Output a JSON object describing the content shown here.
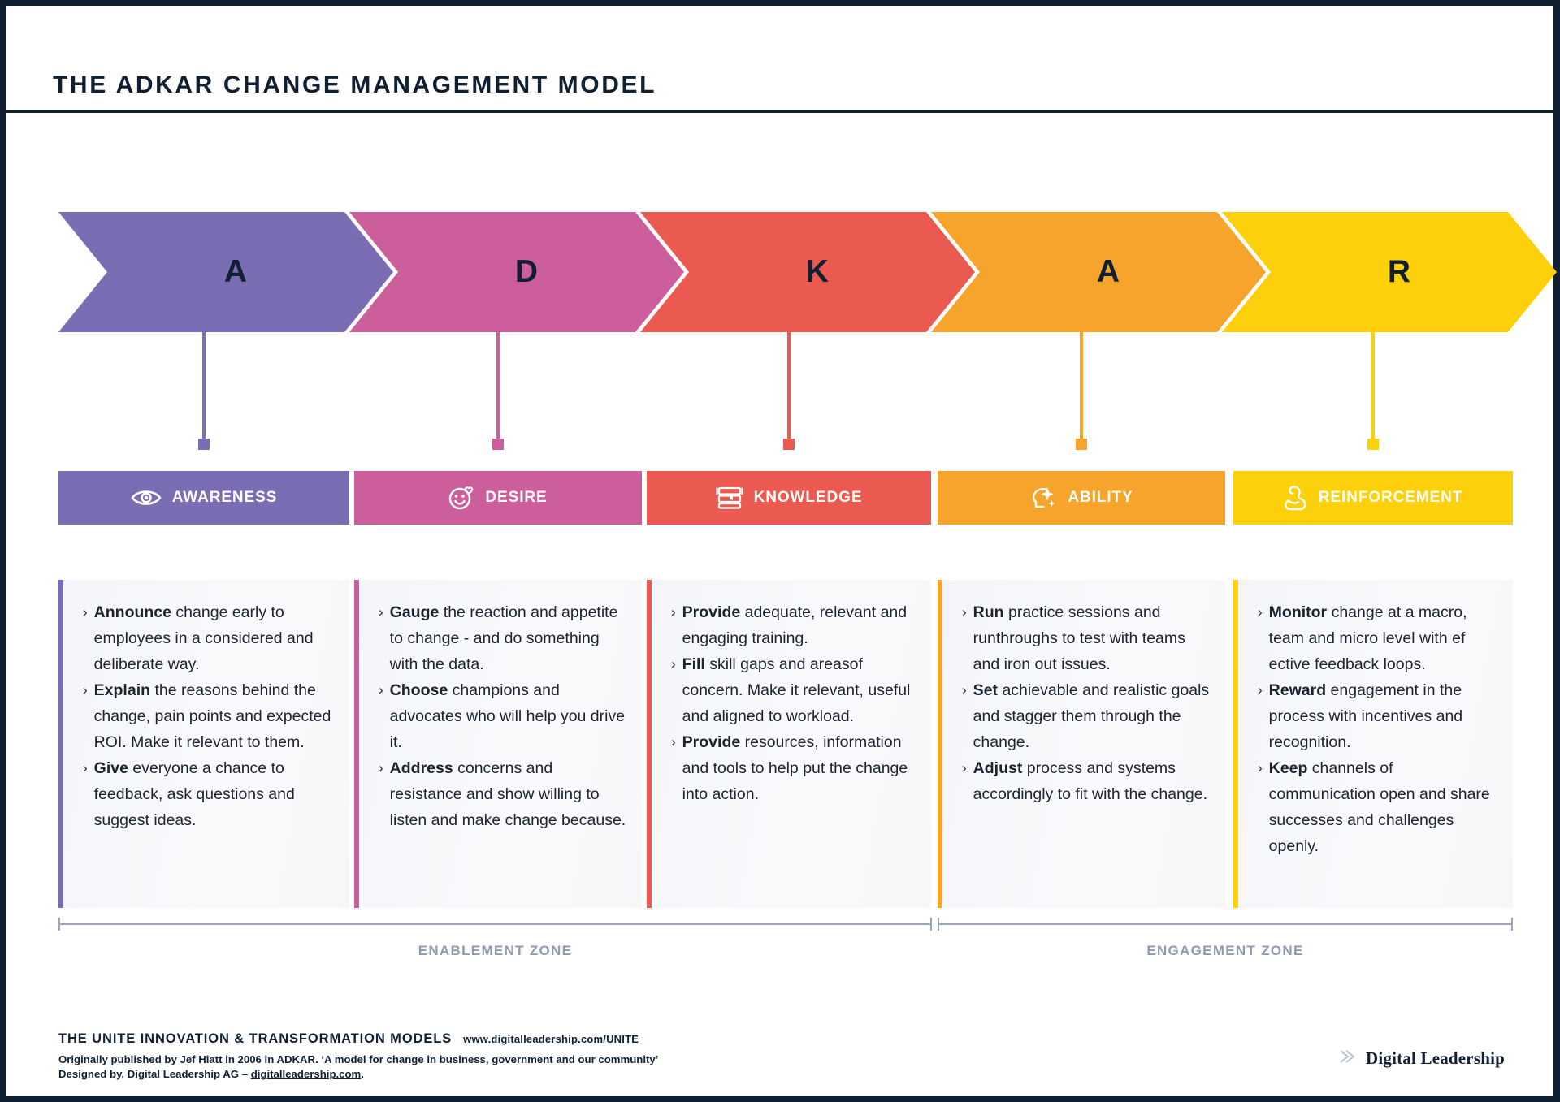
{
  "page": {
    "title": "THE ADKAR CHANGE MANAGEMENT MODEL",
    "frame_color": "#111f33"
  },
  "stages": [
    {
      "letter": "A",
      "label": "AWARENESS",
      "icon": "eye-icon",
      "color": "#7b6db4",
      "bullets": [
        {
          "lead": "Announce",
          "rest": " change early to employees in a considered and deliberate way."
        },
        {
          "lead": "Explain",
          "rest": " the reasons behind the change, pain points and expected ROI. Make it relevant to them."
        },
        {
          "lead": "Give",
          "rest": " everyone a chance to feedback, ask questions and suggest ideas."
        }
      ]
    },
    {
      "letter": "D",
      "label": "DESIRE",
      "icon": "smiley-heart-icon",
      "color": "#cc5f9b",
      "bullets": [
        {
          "lead": "Gauge",
          "rest": " the reaction and appetite to change - and do something with the data."
        },
        {
          "lead": "Choose",
          "rest": " champions and advocates who will help you drive it."
        },
        {
          "lead": "Address",
          "rest": " concerns and resistance and show willing to listen and make change because."
        }
      ]
    },
    {
      "letter": "K",
      "label": "KNOWLEDGE",
      "icon": "books-icon",
      "color": "#ea5a50",
      "bullets": [
        {
          "lead": "Provide",
          "rest": " adequate, relevant and engaging training."
        },
        {
          "lead": "Fill",
          "rest": " skill gaps and areasof concern. Make it relevant, useful and aligned to workload."
        },
        {
          "lead": "Provide",
          "rest": " resources, information and tools to help put the change into action."
        }
      ]
    },
    {
      "letter": "A",
      "label": "ABILITY",
      "icon": "head-sparkle-icon",
      "color": "#f6a42b",
      "bullets": [
        {
          "lead": "Run",
          "rest": " practice sessions and runthroughs to test with teams and iron out issues."
        },
        {
          "lead": "Set",
          "rest": " achievable and realistic goals and stagger them through the change."
        },
        {
          "lead": "Adjust",
          "rest": " process and systems accordingly to fit with the change."
        }
      ]
    },
    {
      "letter": "R",
      "label": "REINFORCEMENT",
      "icon": "bicep-icon",
      "color": "#fcd00a",
      "bullets": [
        {
          "lead": "Monitor",
          "rest": " change at a macro, team and micro level with ef ective feedback loops."
        },
        {
          "lead": "Reward",
          "rest": " engagement in the process with incentives and recognition."
        },
        {
          "lead": "Keep",
          "rest": " channels of communication open and share successes and challenges openly."
        }
      ]
    }
  ],
  "zones": [
    {
      "label": "ENABLEMENT ZONE"
    },
    {
      "label": "ENGAGEMENT ZONE"
    }
  ],
  "footer": {
    "brand_strong": "THE UNITE",
    "brand_rest": " INNOVATION & TRANSFORMATION MODELS",
    "url": "www.digitalleadership.com/UNITE",
    "credit_line_1": "Originally published by Jef  Hiatt in 2006 in ADKAR. ‘A model for change in business, government and our community’",
    "credit_line_2_pre": "Designed by. Digital Leadership AG – ",
    "credit_line_2_link": "digitalleadership.com",
    "credit_line_2_post": ".",
    "logo_text": "Digital Leadership",
    "logo_icon": "double-chevron-icon"
  }
}
